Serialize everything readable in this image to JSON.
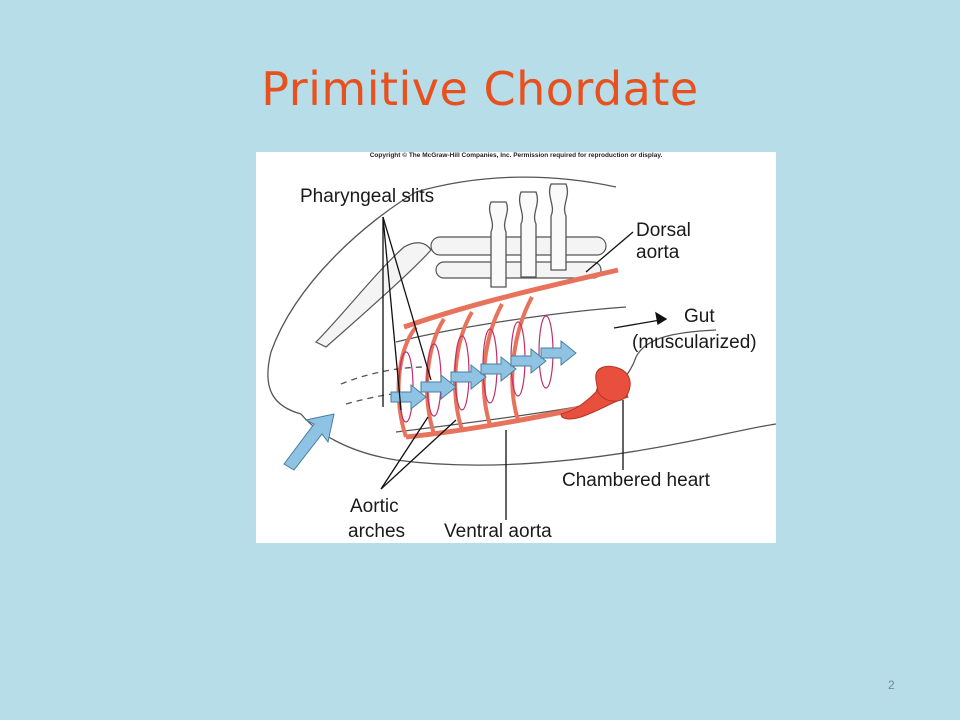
{
  "slide": {
    "title": "Primitive Chordate",
    "page_number": "2"
  },
  "figure": {
    "copyright": "Copyright © The McGraw-Hill Companies, Inc. Permission required for reproduction or display.",
    "labels": {
      "pharyngeal_slits": "Pharyngeal slits",
      "dorsal_aorta_1": "Dorsal",
      "dorsal_aorta_2": "aorta",
      "gut_1": "Gut",
      "gut_2": "(muscularized)",
      "chambered_heart": "Chambered heart",
      "aortic_arches_1": "Aortic",
      "aortic_arches_2": "arches",
      "ventral_aorta": "Ventral aorta"
    },
    "colors": {
      "vessel": "#e8735c",
      "slit": "#c0306a",
      "arrow": "#8fc3e3",
      "heart": "#e84f3c"
    }
  }
}
